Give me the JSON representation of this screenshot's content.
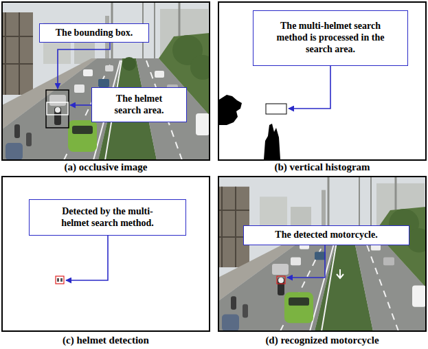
{
  "diagram": {
    "nodes": [
      {
        "text": [
          "The bounding box."
        ]
      },
      {
        "text": [
          "The helmet search area."
        ]
      },
      {
        "text": [
          "The multi-helmet search method is processed in the search area."
        ]
      },
      {
        "text": [
          "Detected by the multi-helmet search method."
        ]
      },
      {
        "text": [
          "The detected motorcycle."
        ]
      }
    ],
    "labels": [
      "(a) occlusive image",
      "(b) vertical histogram",
      "(c) helmet detection",
      "(d) recognized motorcycle"
    ]
  }
}
